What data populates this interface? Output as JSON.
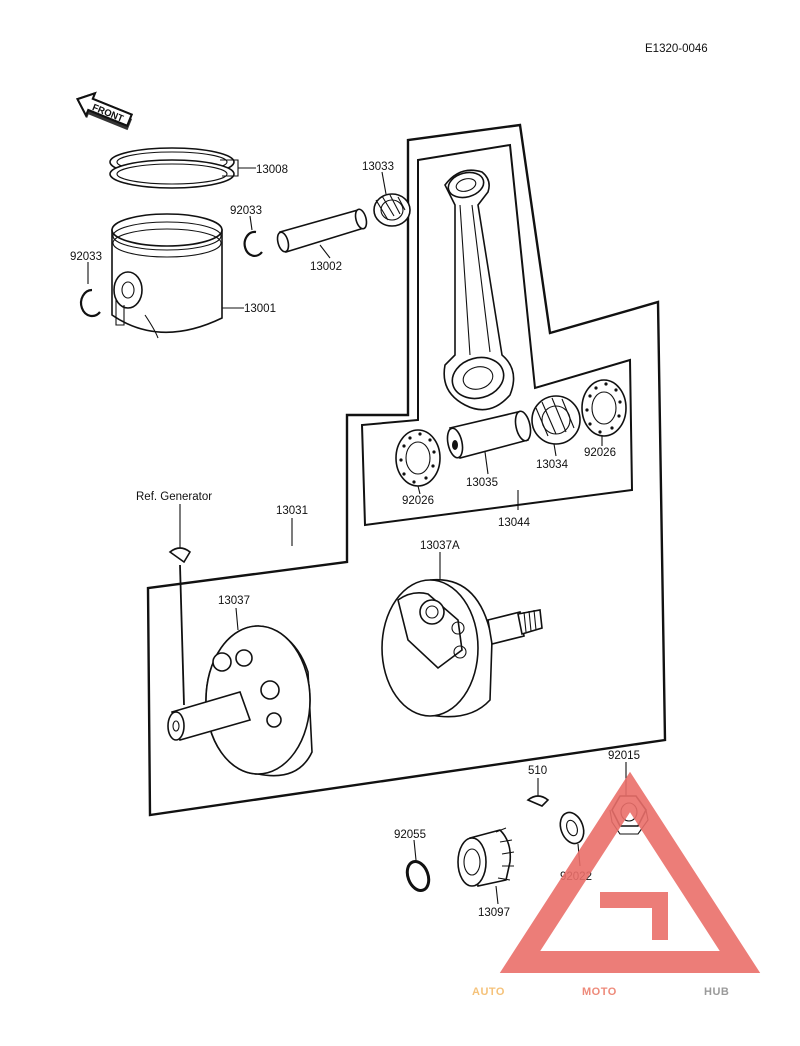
{
  "diagram": {
    "code": "E1320-0046",
    "front_label": "FRONT",
    "parts": [
      {
        "id": "13008"
      },
      {
        "id": "92033",
        "side": "upper"
      },
      {
        "id": "92033",
        "side": "left"
      },
      {
        "id": "13001"
      },
      {
        "id": "13002"
      },
      {
        "id": "13033"
      },
      {
        "id": "92026",
        "side": "left"
      },
      {
        "id": "13035"
      },
      {
        "id": "13034"
      },
      {
        "id": "92026",
        "side": "right"
      },
      {
        "id": "13044"
      },
      {
        "id": "13031"
      },
      {
        "id": "13037A"
      },
      {
        "id": "13037"
      },
      {
        "id": "510"
      },
      {
        "id": "92015"
      },
      {
        "id": "92055"
      },
      {
        "id": "92022"
      },
      {
        "id": "13097"
      }
    ],
    "reference_note": "Ref. Generator"
  },
  "watermark": {
    "text_auto": "AUTO",
    "text_moto": "MOTO",
    "text_hub": "HUB",
    "colors": {
      "auto": "#f5c27a",
      "moto": "#ee8a7a",
      "hub": "#9a9a9a",
      "logo": "#ea6f6a"
    }
  }
}
